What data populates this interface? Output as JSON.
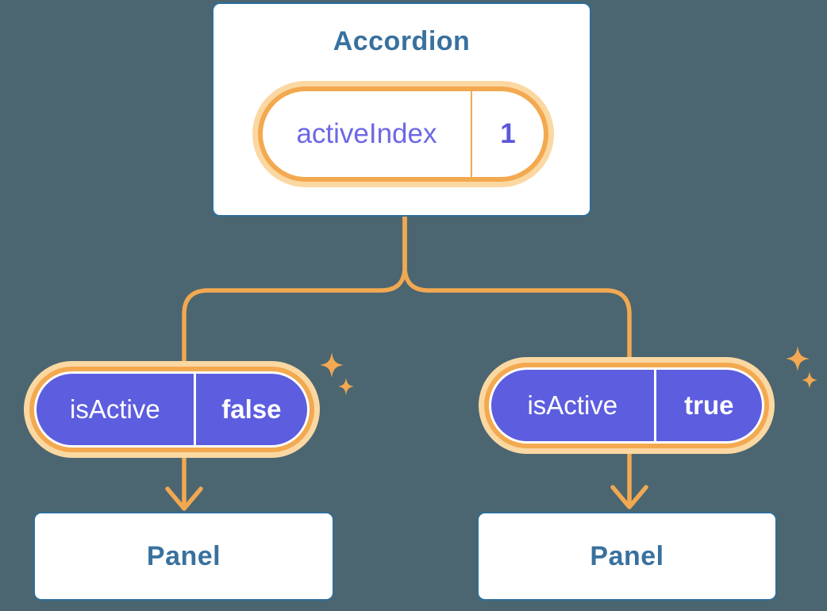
{
  "colors": {
    "background": "#4B6670",
    "card_border_blue": "#2E6E99",
    "heading_blue": "#39719E",
    "connector_orange": "#F1A851",
    "ring_orange": "#F3A950",
    "ring_glow_orange": "#FBD8A2",
    "pill_purple": "#5D5DDF",
    "state_label_purple": "#6C68E6",
    "state_value_purple": "#5B57DB",
    "pill_text_white": "#FFFFFF"
  },
  "icons": [
    "sparkle-icon"
  ],
  "accordion": {
    "title": "Accordion",
    "state_pill": {
      "label": "activeIndex",
      "value": "1"
    }
  },
  "children": [
    {
      "prop_pill": {
        "label": "isActive",
        "value": "false"
      },
      "panel": {
        "title": "Panel"
      }
    },
    {
      "prop_pill": {
        "label": "isActive",
        "value": "true"
      },
      "panel": {
        "title": "Panel"
      }
    }
  ]
}
